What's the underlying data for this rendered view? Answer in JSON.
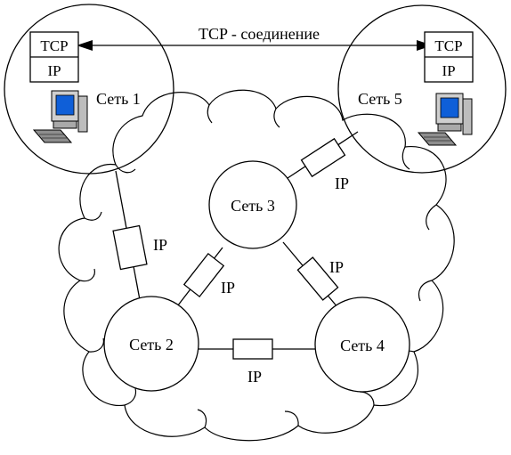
{
  "connection_label": "TCP - соединение",
  "hosts": [
    {
      "network_label": "Сеть 1",
      "stack": [
        "TCP",
        "IP"
      ]
    },
    {
      "network_label": "Сеть 5",
      "stack": [
        "TCP",
        "IP"
      ]
    }
  ],
  "networks": [
    "Сеть 3",
    "Сеть 2",
    "Сеть 4"
  ],
  "router_label": "IP",
  "icons": [
    "computer-icon",
    "computer-icon"
  ]
}
